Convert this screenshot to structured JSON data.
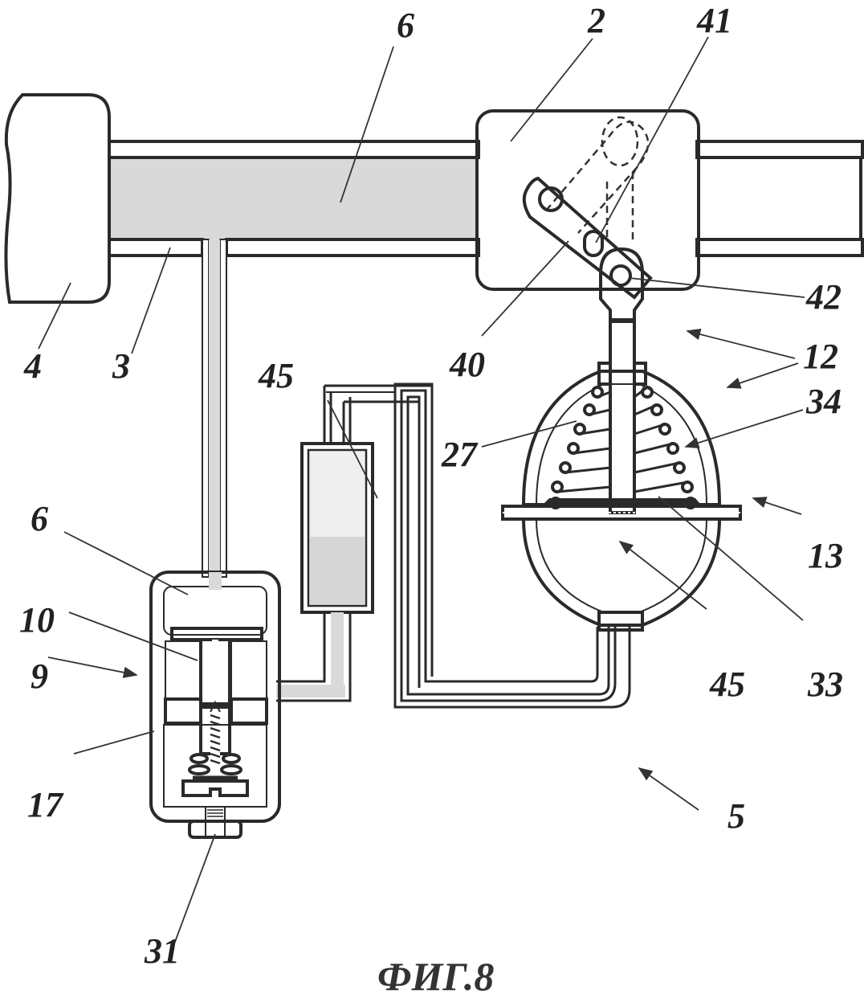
{
  "figure": {
    "caption": "ФИГ.8",
    "description": "Patent drawing: pipeline with valve actuator, pressure sensor and diaphragm drive",
    "colors": {
      "outline": "#2a2a2a",
      "fill_medium": "#d9d9d9",
      "fill_light": "#e8e8e8",
      "background": "#ffffff"
    }
  },
  "labels": {
    "pipe_fluid_top": "6",
    "valve_body": "2",
    "slot": "41",
    "pivot_pin": "42",
    "lever": "40",
    "drive_assembly": "12",
    "chamber": "34",
    "spring": "27",
    "membrane_housing": "13",
    "membrane": "33",
    "diaphragm_volume": "45",
    "accumulator": "45",
    "pipeline_source": "4",
    "pipe_wall": "3",
    "sensor_fluid": "6",
    "piston": "10",
    "sensor_unit": "9",
    "sensor_housing": "17",
    "adjust_screw": "31",
    "system": "5"
  }
}
